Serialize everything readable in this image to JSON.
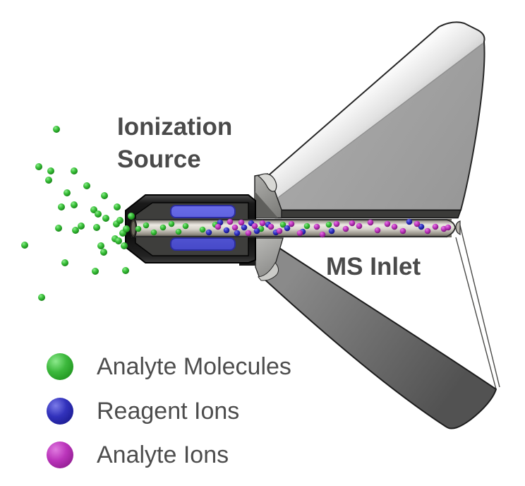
{
  "labels": {
    "ionization_source": "Ionization\nSource",
    "ms_inlet": "MS Inlet"
  },
  "legend": {
    "items": [
      {
        "id": "analyte-molecules",
        "label": "Analyte Molecules",
        "color": "#3cb83c"
      },
      {
        "id": "reagent-ions",
        "label": "Reagent Ions",
        "color": "#2a2ab2"
      },
      {
        "id": "analyte-ions",
        "label": "Analyte Ions",
        "color": "#bb35bb"
      }
    ]
  },
  "colors": {
    "label_text": "#4a4a4a",
    "analyte_molecule_green": "#3cb83c",
    "reagent_ion_blue": "#2a2ab2",
    "analyte_ion_magenta": "#bb35bb",
    "electrode_blue": "#5558dd",
    "cone_gray": "#9e9e9e",
    "cone_highlight": "#f2f2f2",
    "fin_dark_gray": "#5c5c5c",
    "housing_black": "#141414",
    "tube_tan": "#d6d3cb",
    "background": "#ffffff"
  },
  "particles": {
    "groups": [
      {
        "name": "spray-analyte-molecules",
        "color": "green",
        "r": 5,
        "points": [
          [
            80,
            183
          ],
          [
            55,
            236
          ],
          [
            72,
            242
          ],
          [
            105,
            242
          ],
          [
            69,
            255
          ],
          [
            123,
            263
          ],
          [
            95,
            273
          ],
          [
            148,
            277
          ],
          [
            87,
            293
          ],
          [
            105,
            290
          ],
          [
            133,
            297
          ],
          [
            139,
            303
          ],
          [
            166,
            293
          ],
          [
            150,
            309
          ],
          [
            83,
            323
          ],
          [
            107,
            326
          ],
          [
            115,
            320
          ],
          [
            137,
            322
          ],
          [
            165,
            317
          ],
          [
            174,
            330
          ],
          [
            35,
            347
          ],
          [
            163,
            338
          ],
          [
            143,
            348
          ],
          [
            147,
            357
          ],
          [
            92,
            372
          ],
          [
            135,
            384
          ],
          [
            178,
            383
          ],
          [
            59,
            421
          ],
          [
            170,
            312
          ],
          [
            179,
            324
          ],
          [
            168,
            341
          ],
          [
            186,
            306
          ],
          [
            176,
            348
          ]
        ]
      },
      {
        "name": "tube-analyte-molecules",
        "color": "green",
        "r": 4.3,
        "points": [
          [
            196,
            324
          ],
          [
            207,
            319
          ],
          [
            218,
            329
          ],
          [
            231,
            322
          ],
          [
            243,
            317
          ],
          [
            253,
            328
          ],
          [
            263,
            320
          ],
          [
            287,
            325
          ],
          [
            305,
            318
          ],
          [
            370,
            324
          ],
          [
            401,
            318
          ],
          [
            435,
            320
          ],
          [
            466,
            318
          ]
        ]
      },
      {
        "name": "tube-reagent-ions",
        "color": "blue",
        "r": 4.3,
        "points": [
          [
            296,
            329
          ],
          [
            312,
            315
          ],
          [
            321,
            326
          ],
          [
            336,
            330
          ],
          [
            346,
            322
          ],
          [
            356,
            316
          ],
          [
            364,
            327
          ],
          [
            380,
            318
          ],
          [
            391,
            329
          ],
          [
            407,
            323
          ],
          [
            429,
            328
          ],
          [
            470,
            327
          ],
          [
            580,
            314
          ],
          [
            597,
            321
          ]
        ]
      },
      {
        "name": "tube-analyte-ions",
        "color": "magenta",
        "r": 4.3,
        "points": [
          [
            309,
            321
          ],
          [
            326,
            314
          ],
          [
            333,
            322
          ],
          [
            342,
            315
          ],
          [
            352,
            330
          ],
          [
            361,
            320
          ],
          [
            372,
            316
          ],
          [
            384,
            321
          ],
          [
            396,
            327
          ],
          [
            413,
            317
          ],
          [
            425,
            330
          ],
          [
            449,
            321
          ],
          [
            457,
            332
          ],
          [
            477,
            317
          ],
          [
            490,
            324
          ],
          [
            499,
            316
          ],
          [
            509,
            320
          ],
          [
            525,
            315
          ],
          [
            535,
            326
          ],
          [
            549,
            317
          ],
          [
            559,
            321
          ],
          [
            571,
            327
          ],
          [
            591,
            317
          ],
          [
            606,
            327
          ],
          [
            617,
            321
          ],
          [
            629,
            324
          ],
          [
            635,
            322
          ]
        ]
      }
    ]
  }
}
